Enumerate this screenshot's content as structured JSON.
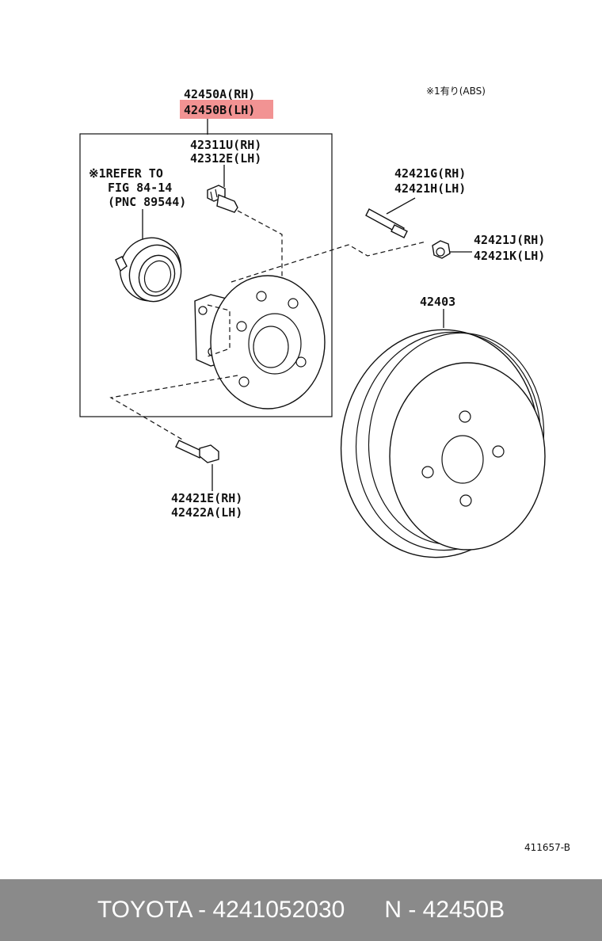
{
  "labels": {
    "hub_assy_rh": "42450A(RH)",
    "hub_assy_lh": "42450B(LH)",
    "abs_note": "※1有り(ABS)",
    "bolt_hub_rh": "42311U(RH)",
    "bolt_hub_lh": "42312E(LH)",
    "refer_line1": "※1REFER TO",
    "refer_line2": "FIG 84-14",
    "refer_line3": "(PNC 89544)",
    "stud_rh": "42421G(RH)",
    "stud_lh": "42421H(LH)",
    "nut_rh": "42421J(RH)",
    "nut_lh": "42421K(LH)",
    "drum": "42403",
    "bolt_bottom_rh": "42421E(RH)",
    "bolt_bottom_lh": "42422A(LH)",
    "ref_code": "411657-B"
  },
  "highlight_color": "#f08080",
  "footer": {
    "brand_part": "TOYOTA - 4241052030",
    "ref": "N - 42450B"
  }
}
